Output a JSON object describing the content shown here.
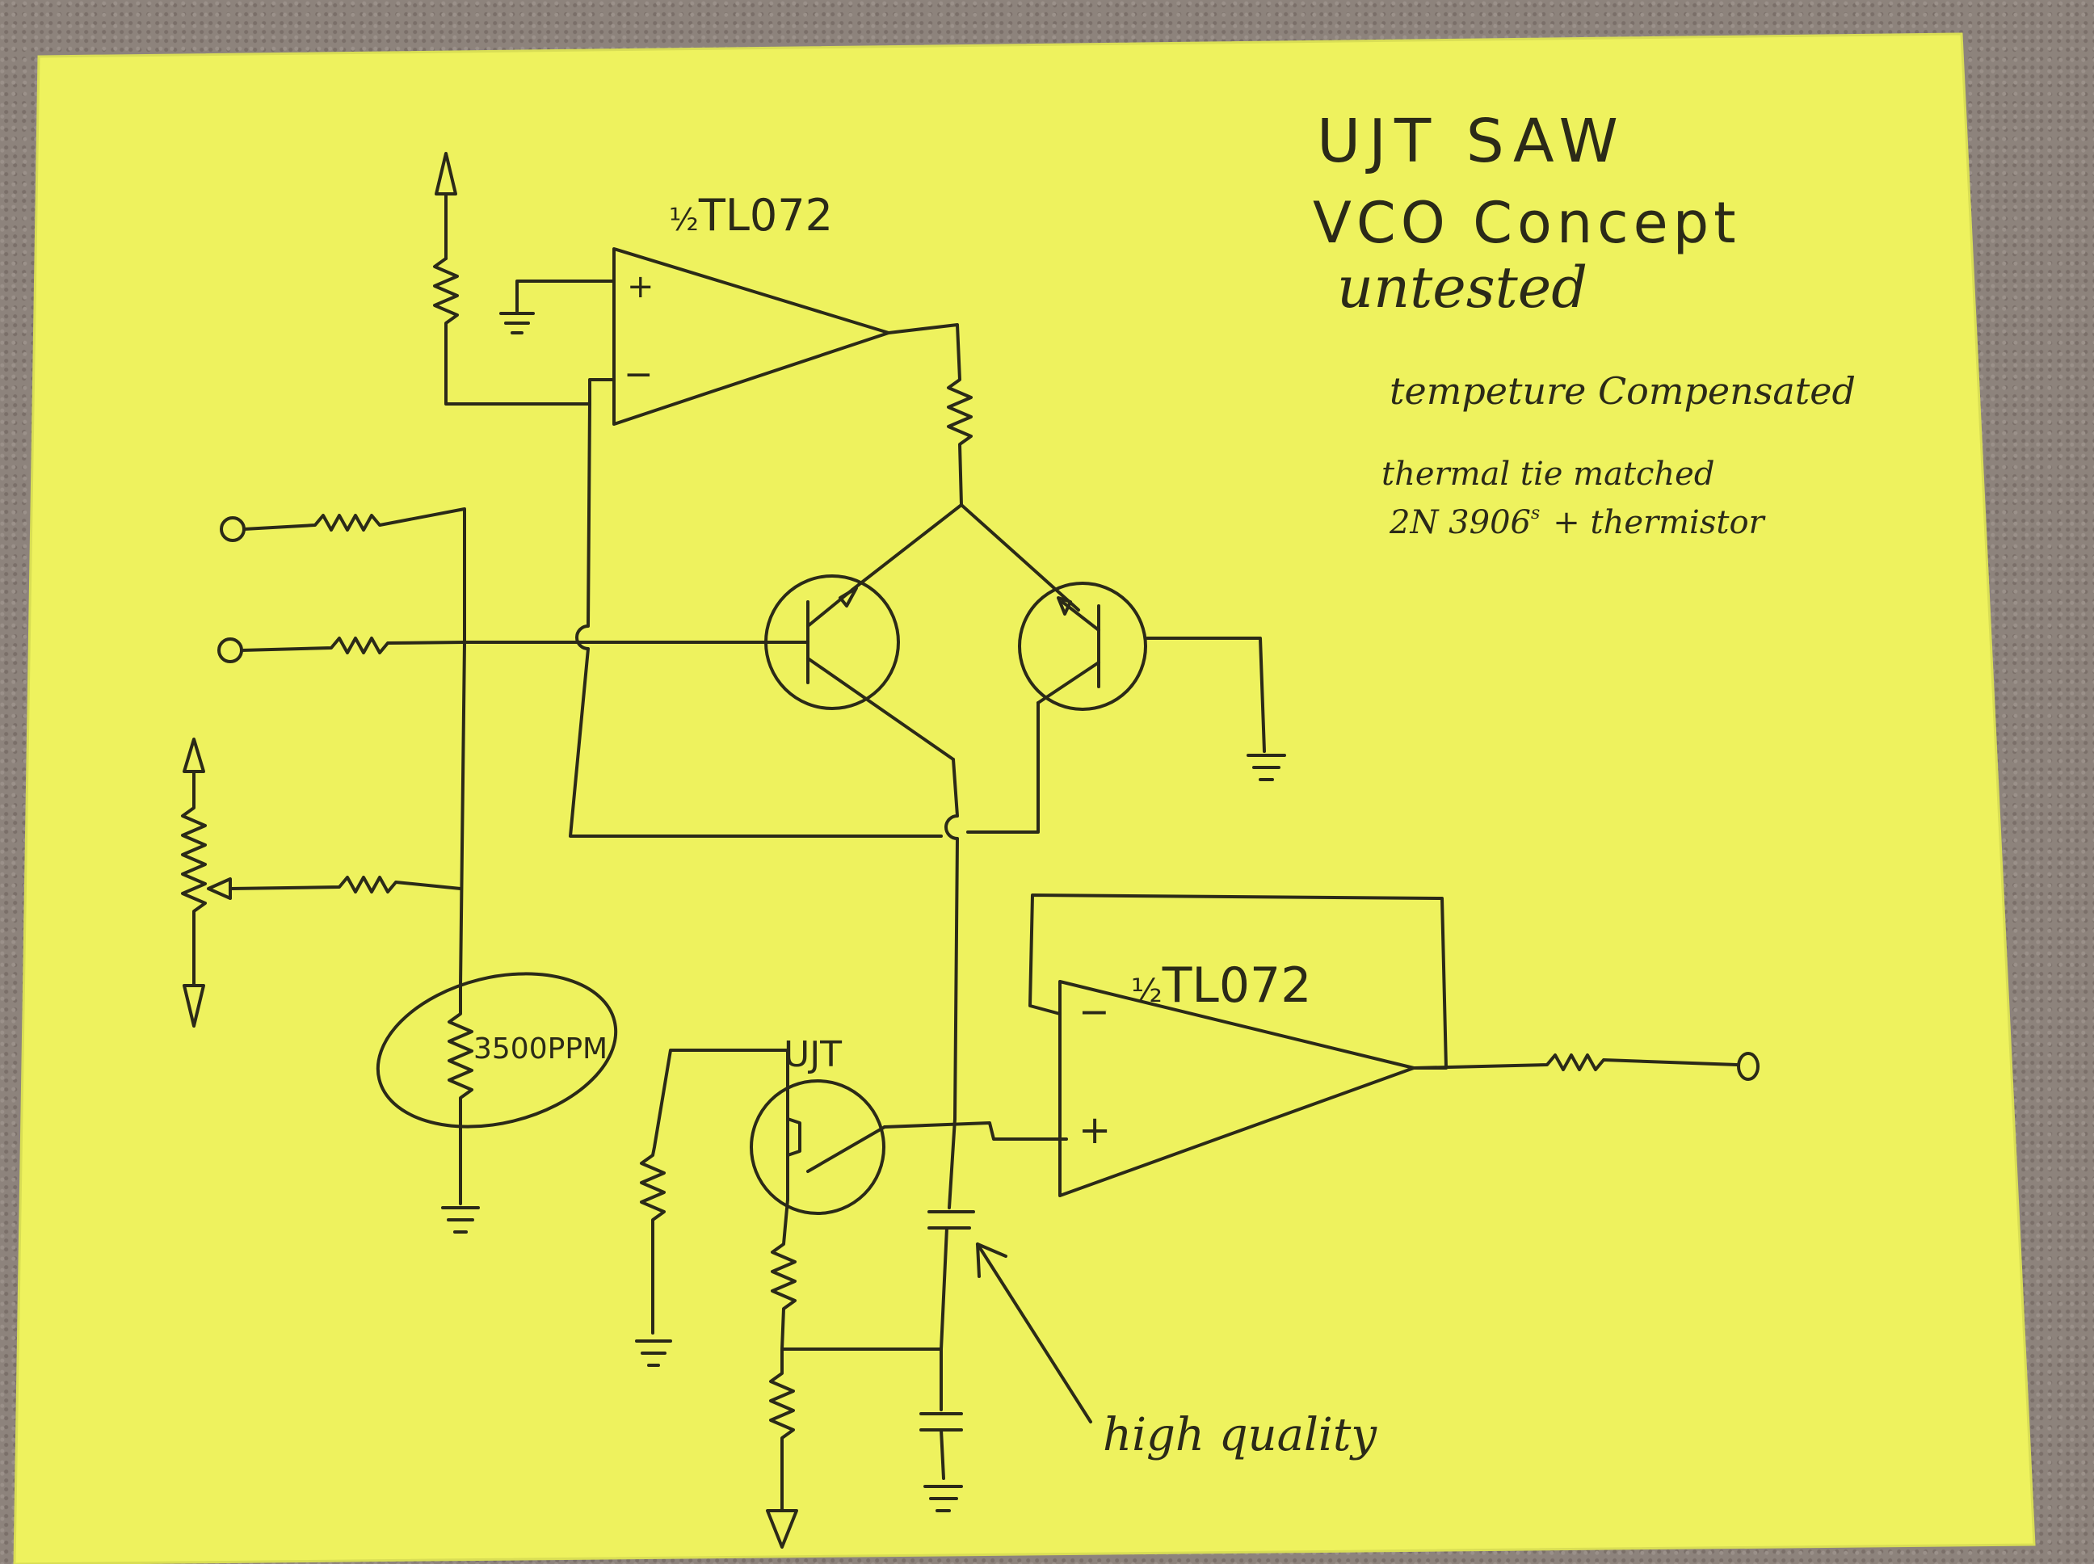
{
  "notes": {
    "title_line1": "UJT SAW",
    "title_line2": "VCO Concept",
    "title_line3": "untested",
    "note_line1": "tempeture Compensated",
    "note_line2": "thermal tie matched",
    "note_line3": "2N 3906",
    "note_line3_sup": "s",
    "note_line3_end": "+ thermistor",
    "callout": "high quality"
  },
  "components": {
    "opamp1_label_half": "½",
    "opamp1_label": "TL072",
    "opamp2_label_half": "½",
    "opamp2_label": "TL072",
    "ujt_label": "UJT",
    "tempco_resistor": "3500PPM",
    "plus": "+",
    "minus": "−"
  },
  "colors": {
    "paper": "#f0f560",
    "ink": "#2b2a18",
    "carpet": "#8d837c"
  }
}
